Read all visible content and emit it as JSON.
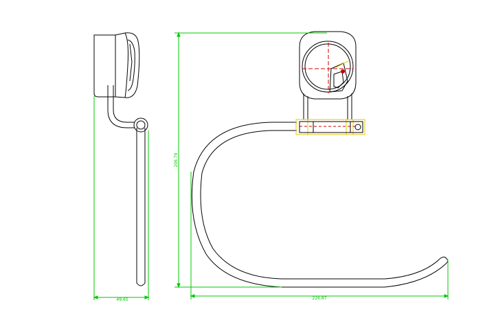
{
  "drawing": {
    "dimensions": {
      "side_width": "49.65",
      "front_height": "206.79",
      "front_width": "226.87"
    },
    "colors": {
      "outline": "#000000",
      "dimension": "#00c800",
      "hidden_line": "#cc0000",
      "highlight": "#e6c800",
      "background": "#ffffff"
    }
  }
}
